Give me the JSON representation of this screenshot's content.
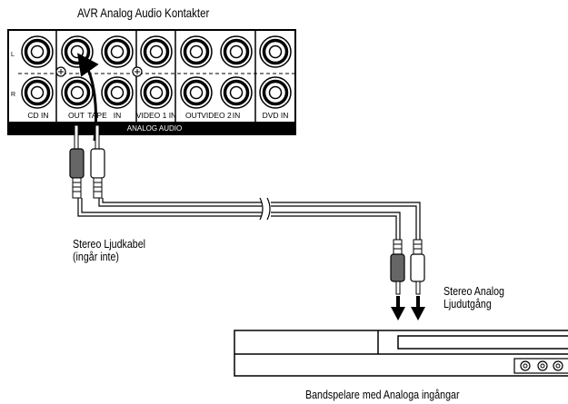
{
  "panel": {
    "title": "AVR Analog Audio Kontakter",
    "row_left": "L",
    "row_right": "R",
    "section_label": "ANALOG AUDIO",
    "jack_labels": [
      "CD IN",
      "OUT",
      "TAPE",
      "IN",
      "VIDEO 1 IN",
      "OUT",
      "VIDEO 2",
      "IN",
      "DVD IN"
    ]
  },
  "cable": {
    "label_line1": "Stereo Ljudkabel",
    "label_line2": "(ingår inte)"
  },
  "output": {
    "label_line1": "Stereo Analog",
    "label_line2": "Ljudutgång"
  },
  "device": {
    "caption": "Bandspelare med Analoga ingångar"
  }
}
